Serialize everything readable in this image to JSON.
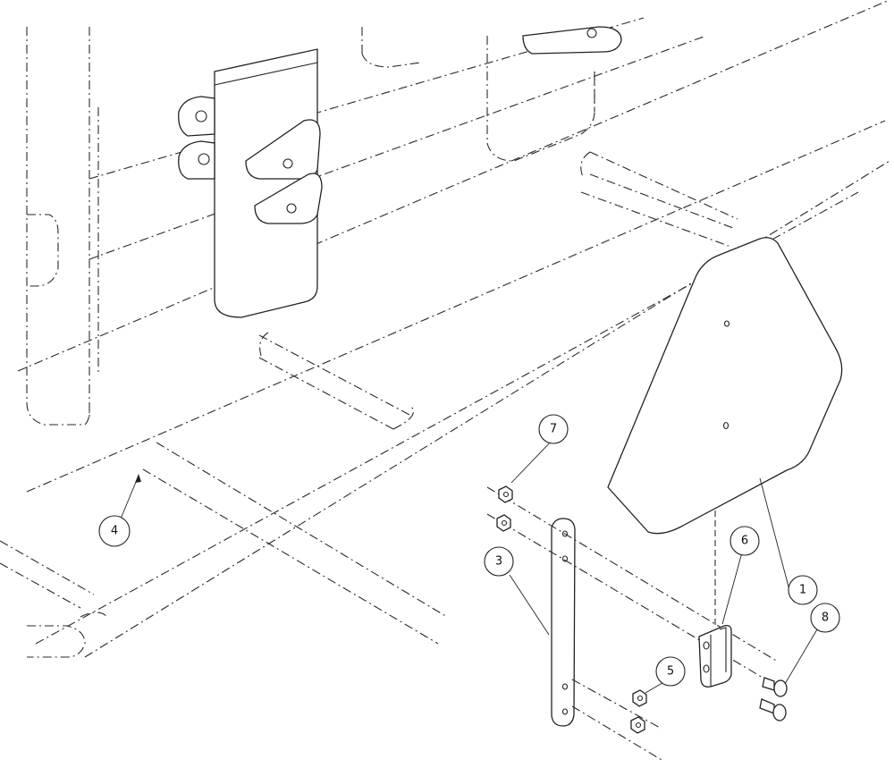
{
  "drawing": {
    "type": "exploded assembly line drawing",
    "line_color": "#222222",
    "background": "#ffffff"
  },
  "callouts": [
    {
      "id": "c1",
      "label": "1"
    },
    {
      "id": "c3",
      "label": "3"
    },
    {
      "id": "c4",
      "label": "4"
    },
    {
      "id": "c5",
      "label": "5"
    },
    {
      "id": "c6",
      "label": "6"
    },
    {
      "id": "c7",
      "label": "7"
    },
    {
      "id": "c8",
      "label": "8"
    }
  ]
}
